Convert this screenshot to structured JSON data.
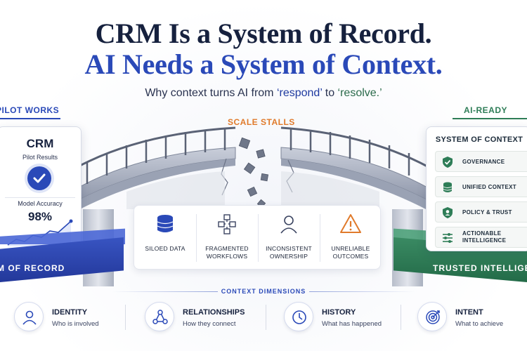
{
  "header": {
    "title_line1": "CRM Is a System of Record.",
    "title_line2": "AI Needs a System of Context.",
    "subtitle_pre": "Why context turns AI from ",
    "subtitle_q1": "‘respond’",
    "subtitle_mid": " to ",
    "subtitle_q2": "‘resolve.’"
  },
  "sections": {
    "pilot_label": "PILOT WORKS",
    "stalls_label": "SCALE STALLS",
    "ready_label": "AI-READY"
  },
  "crm_card": {
    "title": "CRM",
    "subtitle": "Pilot Results",
    "metric_label": "Model Accuracy",
    "metric_value": "98%"
  },
  "left_platform": {
    "label": "M OF RECORD"
  },
  "right_platform": {
    "label": "TRUSTED INTELLIGE"
  },
  "context_card": {
    "title": "SYSTEM OF CONTEXT",
    "items": [
      {
        "label": "GOVERNANCE",
        "icon": "shield-check-icon"
      },
      {
        "label": "UNIFIED CONTEXT",
        "icon": "database-icon"
      },
      {
        "label": "POLICY & TRUST",
        "icon": "user-shield-icon"
      },
      {
        "label_line1": "ACTIONABLE",
        "label_line2": "INTELLIGENCE",
        "icon": "sliders-icon"
      }
    ]
  },
  "issues": [
    {
      "label_line1": "SILOED DATA",
      "label_line2": "",
      "icon": "database-icon"
    },
    {
      "label_line1": "FRAGMENTED",
      "label_line2": "WORKFLOWS",
      "icon": "workflow-icon"
    },
    {
      "label_line1": "INCONSISTENT",
      "label_line2": "OWNERSHIP",
      "icon": "user-icon"
    },
    {
      "label_line1": "UNRELIABLE",
      "label_line2": "OUTCOMES",
      "icon": "warning-icon"
    }
  ],
  "dimensions": {
    "title": "CONTEXT DIMENSIONS",
    "items": [
      {
        "name": "IDENTITY",
        "desc": "Who is involved",
        "icon": "user-icon"
      },
      {
        "name": "RELATIONSHIPS",
        "desc": "How they connect",
        "icon": "network-icon"
      },
      {
        "name": "HISTORY",
        "desc": "What has happened",
        "icon": "clock-icon"
      },
      {
        "name": "INTENT",
        "desc": "What to achieve",
        "icon": "target-icon"
      }
    ]
  },
  "colors": {
    "navy": "#16213e",
    "blue": "#2a49b8",
    "green": "#2e7d57",
    "orange": "#e07a2b"
  }
}
